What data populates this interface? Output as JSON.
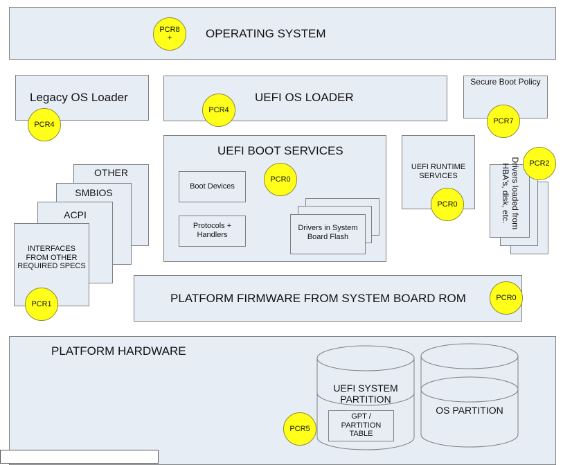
{
  "diagram": {
    "operating_system": {
      "label": "OPERATING SYSTEM",
      "pcr_top": "PCR8",
      "pcr_bottom": "+"
    },
    "legacy_loader": {
      "label": "Legacy OS Loader",
      "pcr": "PCR4"
    },
    "uefi_loader": {
      "label": "UEFI OS LOADER",
      "pcr": "PCR4"
    },
    "secure_boot": {
      "label": "Secure Boot Policy",
      "pcr": "PCR7"
    },
    "boot_services": {
      "label": "UEFI BOOT SERVICES",
      "pcr": "PCR0",
      "boot_devices": "Boot Devices",
      "protocols": "Protocols + Handlers",
      "drivers": "Drivers in System Board Flash"
    },
    "runtime_services": {
      "label": "UEFI RUNTIME SERVICES",
      "pcr": "PCR0"
    },
    "hba_drivers": {
      "label": "Drivers loaded from HBA's, disk, etc.",
      "pcr": "PCR2"
    },
    "interfaces": {
      "other": "OTHER",
      "smbios": "SMBIOS",
      "acpi": "ACPI",
      "main": "INTERFACES FROM OTHER REQUIRED SPECS",
      "pcr": "PCR1"
    },
    "platform_firmware": {
      "label": "PLATFORM FIRMWARE FROM SYSTEM BOARD ROM",
      "pcr": "PCR0"
    },
    "platform_hardware": {
      "label": "PLATFORM HARDWARE",
      "uefi_partition": "UEFI SYSTEM PARTITION",
      "gpt": "GPT / PARTITION TABLE",
      "os_partition": "OS PARTITION",
      "pcr": "PCR5"
    }
  }
}
